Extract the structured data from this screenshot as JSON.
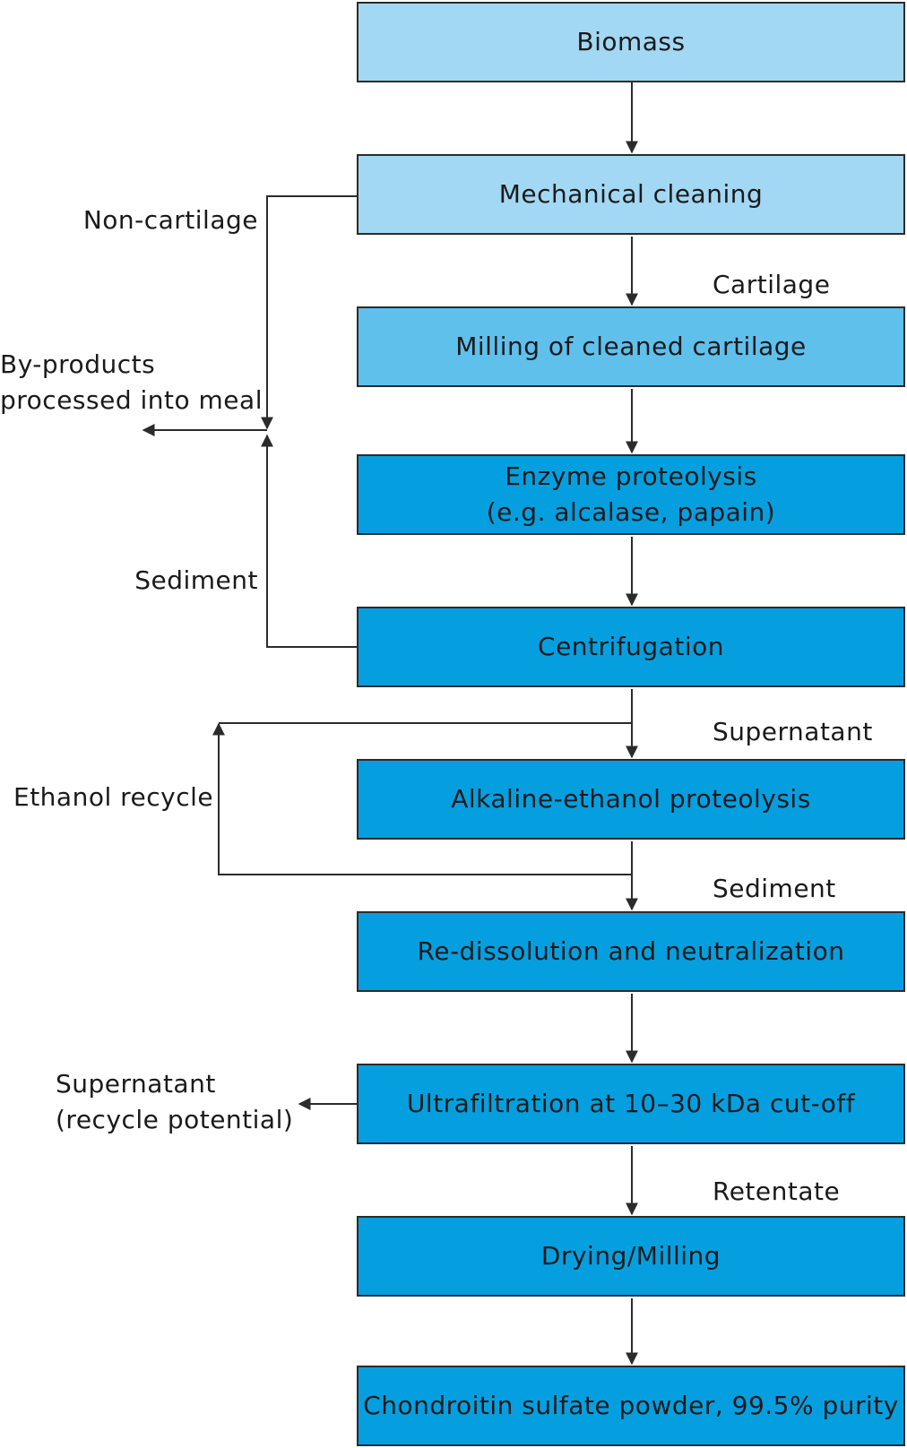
{
  "colors": {
    "very_light_blue": "#a3d8f4",
    "light_blue": "#60c0ec",
    "blue": "#059fe0",
    "line": "#2b2b2b"
  },
  "steps": [
    {
      "id": "biomass",
      "label": "Biomass",
      "color": "#a3d8f4"
    },
    {
      "id": "mechanical-cleaning",
      "label": "Mechanical cleaning",
      "color": "#a3d8f4"
    },
    {
      "id": "milling",
      "label": "Milling of cleaned cartilage",
      "color": "#60c0ec"
    },
    {
      "id": "enzyme-proteolysis",
      "label": "Enzyme proteolysis\n(e.g. alcalase, papain)",
      "color": "#059fe0"
    },
    {
      "id": "centrifugation",
      "label": "Centrifugation",
      "color": "#059fe0"
    },
    {
      "id": "alkaline-ethanol",
      "label": "Alkaline-ethanol proteolysis",
      "color": "#059fe0"
    },
    {
      "id": "re-dissolution",
      "label": "Re-dissolution and neutralization",
      "color": "#059fe0"
    },
    {
      "id": "ultrafiltration",
      "label": "Ultrafiltration at 10–30 kDa cut-off",
      "color": "#059fe0"
    },
    {
      "id": "drying-milling",
      "label": "Drying/Milling",
      "color": "#059fe0"
    },
    {
      "id": "chondroitin",
      "label": "Chondroitin sulfate powder, 99.5% purity",
      "color": "#059fe0"
    }
  ],
  "labels": {
    "cartilage": "Cartilage",
    "non_cartilage": "Non-cartilage",
    "by_products": "By-products\nprocessed into meal",
    "sediment_left": "Sediment",
    "supernatant_1": "Supernatant",
    "ethanol_recycle": "Ethanol recycle",
    "sediment_right": "Sediment",
    "supernatant_recycle": "Supernatant\n(recycle potential)",
    "retentate": "Retentate"
  }
}
